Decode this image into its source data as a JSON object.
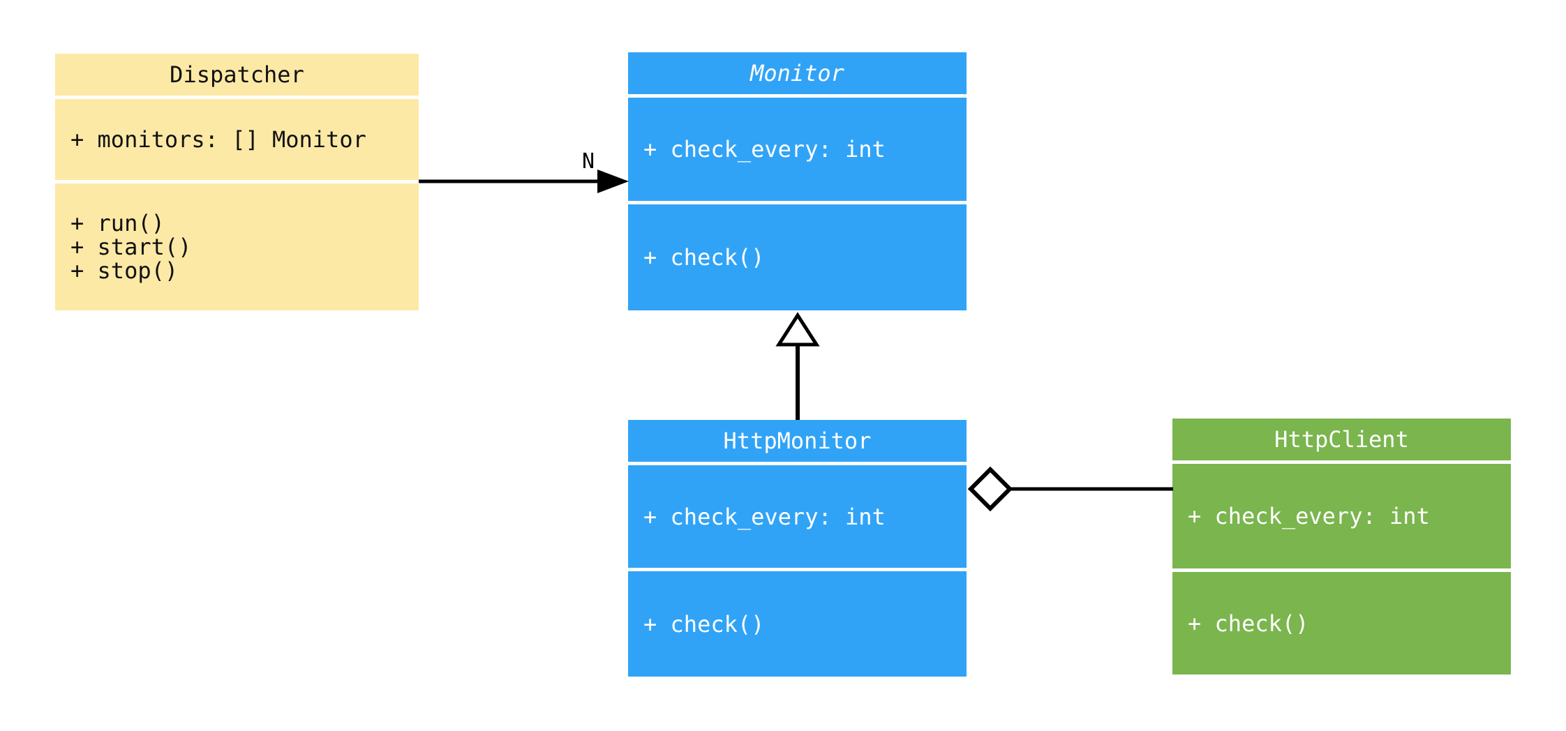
{
  "diagram": {
    "kind": "uml-class-diagram",
    "background": "#ffffff"
  },
  "colors": {
    "dispatcher_fill": "#fce9a6",
    "monitor_fill": "#31a3f7",
    "http_client_fill": "#7ab54e",
    "connector": "#000000",
    "text_on_yellow": "#111111",
    "text_on_color": "#ffffff"
  },
  "classes": [
    {
      "name": "Dispatcher",
      "abstract": false,
      "attributes": [
        "+ monitors: [] Monitor"
      ],
      "methods": [
        "+ run()",
        "+ start()",
        "+ stop()"
      ]
    },
    {
      "name": "Monitor",
      "abstract": true,
      "attributes": [
        "+ check_every: int"
      ],
      "methods": [
        "+ check()"
      ]
    },
    {
      "name": "HttpMonitor",
      "abstract": false,
      "attributes": [
        "+ check_every: int"
      ],
      "methods": [
        "+ check()"
      ]
    },
    {
      "name": "HttpClient",
      "abstract": false,
      "attributes": [
        "+ check_every: int"
      ],
      "methods": [
        "+ check()"
      ]
    }
  ],
  "relationships": [
    {
      "type": "association",
      "from": "Dispatcher",
      "to": "Monitor",
      "label": "N",
      "arrow": "filled-arrowhead"
    },
    {
      "type": "inheritance",
      "from": "HttpMonitor",
      "to": "Monitor",
      "label": "",
      "arrow": "hollow-triangle"
    },
    {
      "type": "aggregation",
      "from": "HttpMonitor",
      "to": "HttpClient",
      "label": "",
      "arrow": "hollow-diamond"
    }
  ]
}
